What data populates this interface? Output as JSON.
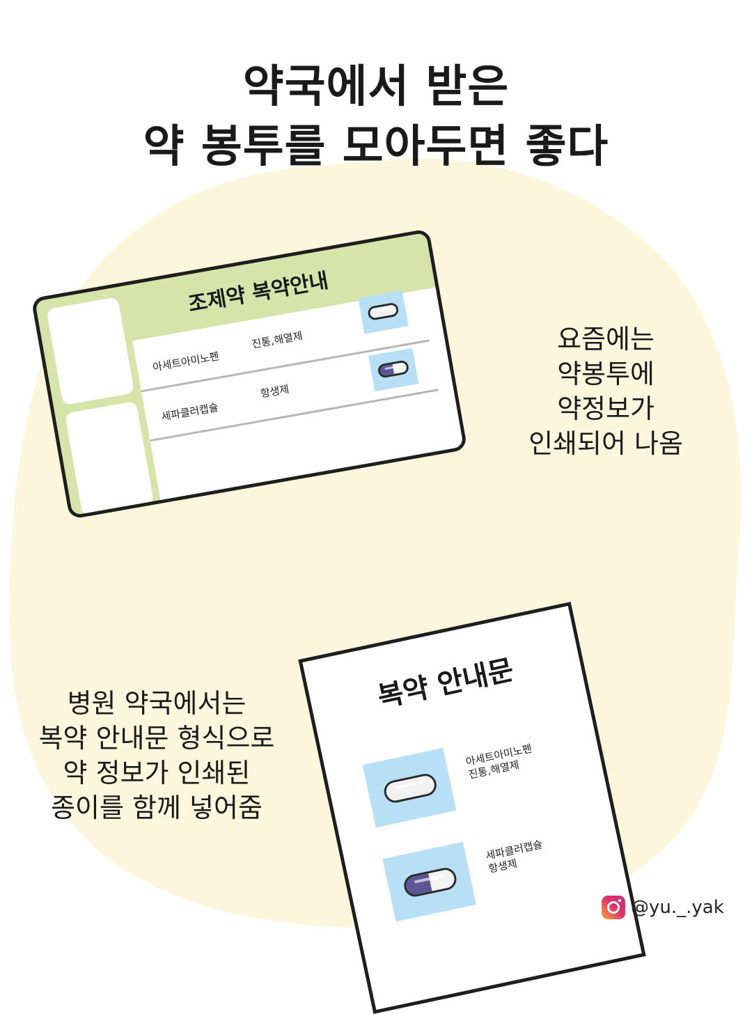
{
  "title": {
    "line1": "약국에서 받은",
    "line2": "약 봉투를 모아두면 좋다"
  },
  "side_text_right": [
    "요즘에는",
    "약봉투에",
    "약정보가",
    "인쇄되어 나옴"
  ],
  "side_text_left": [
    "병원 약국에서는",
    "복약 안내문 형식으로",
    "약 정보가 인쇄된",
    "종이를 함께 넣어줌"
  ],
  "envelope": {
    "header": "조제약 복약안내",
    "rows": [
      {
        "name": "아세트아미노펜",
        "effect": "진통,해열제",
        "pill": "white"
      },
      {
        "name": "세파클러캡슐",
        "effect": "항생제",
        "pill": "purple"
      }
    ]
  },
  "guide": {
    "title": "복약 안내문",
    "items": [
      {
        "name": "아세트아미노펜",
        "effect": "진통,해열제",
        "pill": "white"
      },
      {
        "name": "세파클러캡슐",
        "effect": "항생제",
        "pill": "purple"
      }
    ]
  },
  "credit": {
    "icon": "instagram-icon",
    "handle": "@yu._.yak"
  },
  "colors": {
    "blob": "#fcf6dc",
    "envelope_green": "#d6e4aa",
    "pill_box_blue": "#b7dff5",
    "pill_purple": "#5c5794",
    "outline": "#1e1e1e"
  }
}
